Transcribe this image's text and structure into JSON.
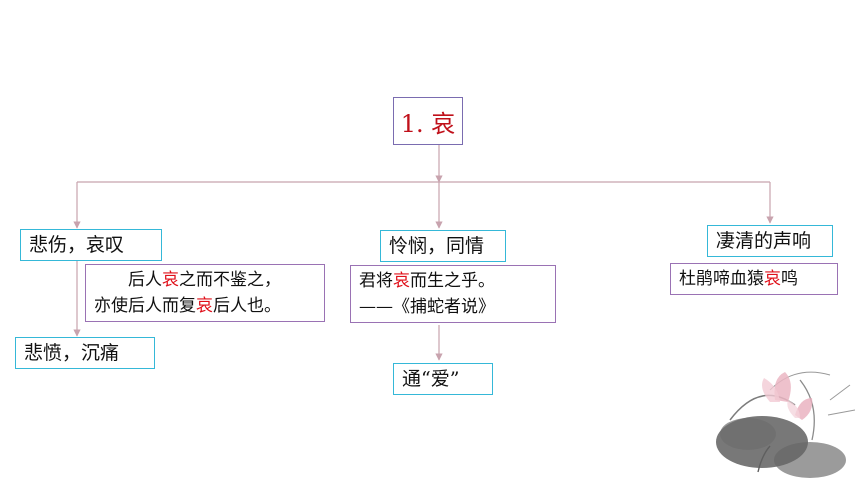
{
  "root": {
    "label": "1. 哀"
  },
  "branches": {
    "left": {
      "meaning1": "悲伤，哀叹",
      "example1": {
        "line1_pre": "后人",
        "line1_hl": "哀",
        "line1_post": "之而不鉴之，",
        "line2_pre": "亦使后人而复",
        "line2_hl": "哀",
        "line2_post": "后人也。"
      },
      "meaning2": "悲愤，沉痛"
    },
    "middle": {
      "meaning": "怜悯，同情",
      "example": {
        "line1_pre": "君将",
        "line1_hl": "哀",
        "line1_post": "而生之乎。",
        "line2": "——《捕蛇者说》"
      },
      "note": "通“爱”"
    },
    "right": {
      "meaning": "凄清的声响",
      "example": {
        "pre": "杜鹃啼血猿",
        "hl": "哀",
        "post": "鸣"
      }
    }
  },
  "colors": {
    "connector": "#c8a3ae",
    "highlight": "#e0101a",
    "cyan_border": "#35b8d8",
    "purple_border": "#9a72b4"
  },
  "decoration": "lotus-ink-painting"
}
